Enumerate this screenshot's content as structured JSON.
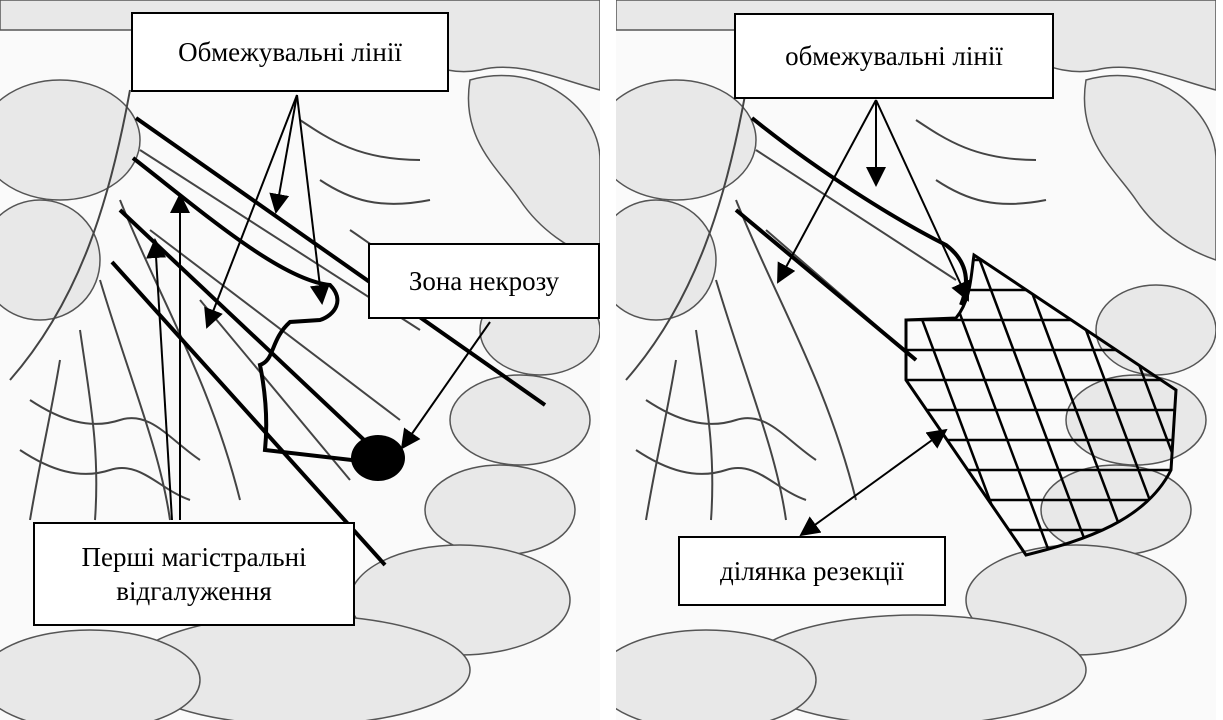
{
  "left_panel": {
    "labels": {
      "boundary_lines": "Обмежувальні лінії",
      "necrosis_zone": "Зона некрозу",
      "branches_line1": "Перші магістральні",
      "branches_line2": "відгалуження"
    }
  },
  "right_panel": {
    "labels": {
      "boundary_lines": "обмежувальні лінії",
      "resection_area": "ділянка резекції"
    }
  },
  "colors": {
    "ink": "#000000",
    "tissue_fill": "#e6e6e6",
    "tissue_stroke": "#555555",
    "background": "#ffffff"
  }
}
